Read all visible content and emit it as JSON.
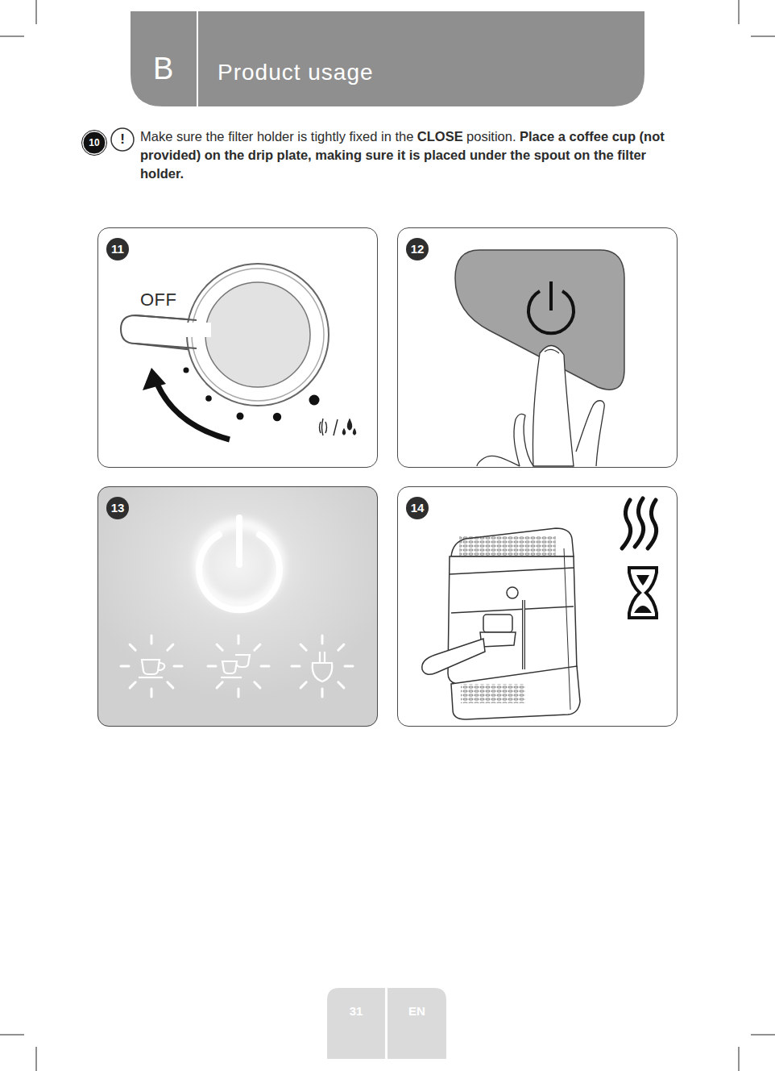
{
  "diagram": {
    "title": "Product usage",
    "nodes": [
      {
        "text": [
          "11",
          "OFF"
        ]
      },
      {
        "text": [
          "12"
        ]
      },
      {
        "text": [
          "13"
        ]
      },
      {
        "text": [
          "14"
        ]
      }
    ],
    "labels": [
      "B",
      "10",
      "!",
      "Make sure the filter holder is tightly fixed in the",
      "CLOSE",
      "position.",
      "Place a coffee cup (not provided) on the drip plate, making sure it is placed under the spout on the filter holder.",
      "31",
      "EN"
    ]
  }
}
